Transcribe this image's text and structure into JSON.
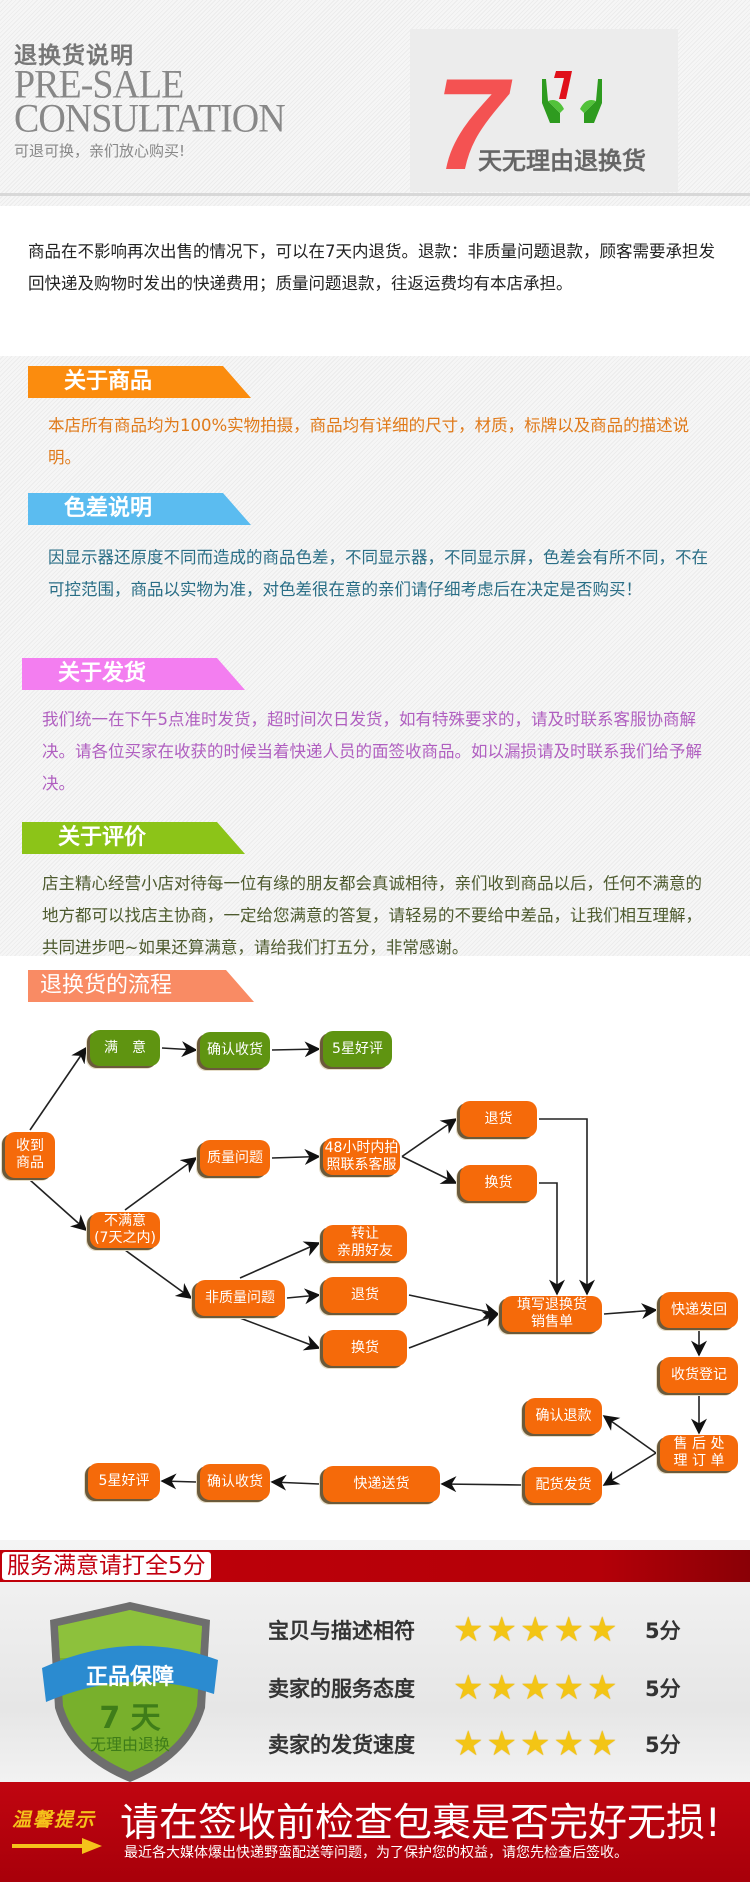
{
  "header": {
    "title_cn": "退换货说明",
    "title_en_line1": "PRE-SALE",
    "title_en_line2": "CONSULTATION",
    "subtitle": "可退可换，亲们放心购买!",
    "badge": {
      "number": "7",
      "text": "天无理由退换货",
      "icon": "hands-holding-7-icon"
    }
  },
  "intro": {
    "text": "商品在不影响再次出售的情况下，可以在7天内退货。退款：非质量问题退款，顾客需要承担发回快递及购物时发出的快递费用；质量问题退款，往返运费均有本店承担。"
  },
  "sections": [
    {
      "title": "关于商品",
      "color": "#fb8c0e",
      "text_color": "#e07a1a",
      "text": "本店所有商品均为100%实物拍摄，商品均有详细的尺寸，材质，标牌以及商品的描述说明。"
    },
    {
      "title": "色差说明",
      "color": "#5bbcf0",
      "text_color": "#2a6e86",
      "text": "因显示器还原度不同而造成的商品色差，不同显示器，不同显示屏，色差会有所不同，不在可控范围，商品以实物为准，对色差很在意的亲们请仔细考虑后在决定是否购买！"
    },
    {
      "title": "关于发货",
      "color": "#f37ef0",
      "text_color": "#b05fc0",
      "text": "我们统一在下午5点准时发货，超时间次日发货，如有特殊要求的，请及时联系客服协商解决。请各位买家在收获的时候当着快递人员的面签收商品。如以漏损请及时联系我们给予解决。"
    },
    {
      "title": "关于评价",
      "color": "#8cc418",
      "text_color": "#4d5a2e",
      "text": "店主精心经营小店对待每一位有缘的朋友都会真诚相待，亲们收到商品以后，任何不满意的地方都可以找店主协商，一定给您满意的答复，请轻易的不要给中差品，让我们相互理解，共同进步吧~如果还算满意，请给我们打五分，非常感谢。"
    },
    {
      "title": "退换货的流程",
      "color": "#f98b64",
      "text_color": "#fff",
      "text": ""
    }
  ],
  "flow": {
    "nodes": [
      {
        "id": "receive",
        "label": "收到\n商品",
        "color": "orange"
      },
      {
        "id": "satisfied",
        "label": "满　意",
        "color": "green"
      },
      {
        "id": "confirm1",
        "label": "确认收货",
        "color": "green"
      },
      {
        "id": "fivestar1",
        "label": "5星好评",
        "color": "green"
      },
      {
        "id": "unsatisfied",
        "label": "不满意\n(7天之内)",
        "color": "orange"
      },
      {
        "id": "quality",
        "label": "质量问题",
        "color": "orange"
      },
      {
        "id": "contact48",
        "label": "48小时内拍\n照联系客服",
        "color": "orange"
      },
      {
        "id": "return1",
        "label": "退货",
        "color": "orange"
      },
      {
        "id": "exchange1",
        "label": "换货",
        "color": "orange"
      },
      {
        "id": "nonquality",
        "label": "非质量问题",
        "color": "orange"
      },
      {
        "id": "transfer",
        "label": "转让\n亲朋好友",
        "color": "orange"
      },
      {
        "id": "return2",
        "label": "退货",
        "color": "orange"
      },
      {
        "id": "exchange2",
        "label": "换货",
        "color": "orange"
      },
      {
        "id": "fillform",
        "label": "填写退换货\n销售单",
        "color": "orange"
      },
      {
        "id": "shipback",
        "label": "快递发回",
        "color": "orange"
      },
      {
        "id": "register",
        "label": "收货登记",
        "color": "orange"
      },
      {
        "id": "process",
        "label": "售 后 处\n理 订 单",
        "color": "orange"
      },
      {
        "id": "refund",
        "label": "确认退款",
        "color": "orange"
      },
      {
        "id": "dispatch",
        "label": "配货发货",
        "color": "orange"
      },
      {
        "id": "deliver",
        "label": "快递送货",
        "color": "orange"
      },
      {
        "id": "confirm2",
        "label": "确认收货",
        "color": "orange"
      },
      {
        "id": "fivestar2",
        "label": "5星好评",
        "color": "orange"
      }
    ],
    "edges": [
      [
        "receive",
        "satisfied"
      ],
      [
        "satisfied",
        "confirm1"
      ],
      [
        "confirm1",
        "fivestar1"
      ],
      [
        "receive",
        "unsatisfied"
      ],
      [
        "unsatisfied",
        "quality"
      ],
      [
        "unsatisfied",
        "nonquality"
      ],
      [
        "quality",
        "contact48"
      ],
      [
        "contact48",
        "return1"
      ],
      [
        "contact48",
        "exchange1"
      ],
      [
        "return1",
        "fillform"
      ],
      [
        "exchange1",
        "fillform"
      ],
      [
        "nonquality",
        "transfer"
      ],
      [
        "nonquality",
        "return2"
      ],
      [
        "nonquality",
        "exchange2"
      ],
      [
        "return2",
        "fillform"
      ],
      [
        "exchange2",
        "fillform"
      ],
      [
        "fillform",
        "shipback"
      ],
      [
        "shipback",
        "register"
      ],
      [
        "register",
        "process"
      ],
      [
        "process",
        "refund"
      ],
      [
        "process",
        "dispatch"
      ],
      [
        "dispatch",
        "deliver"
      ],
      [
        "deliver",
        "confirm2"
      ],
      [
        "confirm2",
        "fivestar2"
      ]
    ]
  },
  "rating": {
    "title": "服务满意请打全5分",
    "shield": {
      "ribbon": "正品保障",
      "big": "7 天",
      "small": "无理由退换"
    },
    "rows": [
      {
        "label": "宝贝与描述相符",
        "stars": 5,
        "max": 5,
        "score": "5分"
      },
      {
        "label": "卖家的服务态度",
        "stars": 5,
        "max": 5,
        "score": "5分"
      },
      {
        "label": "卖家的发货速度",
        "stars": 5,
        "max": 5,
        "score": "5分"
      }
    ]
  },
  "warning": {
    "tag": "温馨提示",
    "main": "请在签收前检查包裹是否完好无损!",
    "sub": "最近各大媒体爆出快递野蛮配送等问题，为了保护您的权益，请您先检查后签收。"
  }
}
